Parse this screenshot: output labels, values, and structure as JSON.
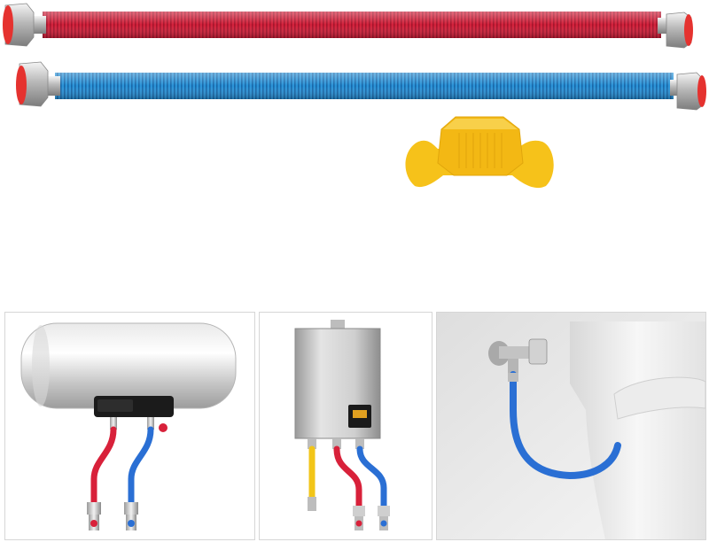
{
  "product": {
    "hoses": [
      {
        "name": "hot-water-hose",
        "color": "#d8213a"
      },
      {
        "name": "cold-water-hose",
        "color": "#2a8fd4"
      }
    ],
    "wrench_color": "#f6c21a"
  },
  "panels": [
    {
      "name": "electric-water-heater-panel",
      "scene": "cylinder-heater"
    },
    {
      "name": "gas-water-heater-panel",
      "scene": "wall-heater"
    },
    {
      "name": "toilet-connection-panel",
      "scene": "toilet"
    }
  ],
  "colors": {
    "hot": "#d8213a",
    "cold": "#2a8fd4",
    "gas": "#f2c518",
    "chrome": "#c9c9c9",
    "panel_border": "#d6d6d6"
  }
}
